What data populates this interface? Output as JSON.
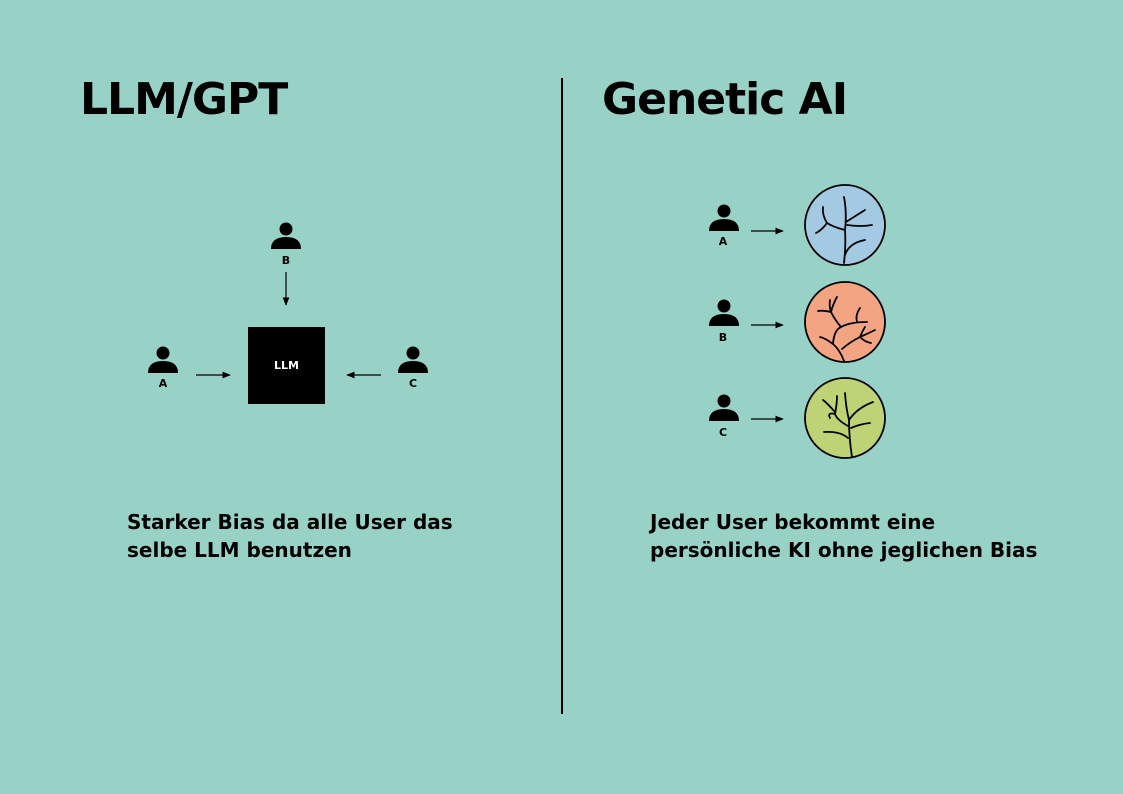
{
  "left": {
    "title": "LLM/GPT",
    "model_label": "LLM",
    "users": [
      "A",
      "B",
      "C"
    ],
    "caption_line1": "Starker Bias da alle User das",
    "caption_line2": "selbe LLM benutzen"
  },
  "right": {
    "title": "Genetic AI",
    "users": [
      "A",
      "B",
      "C"
    ],
    "caption_line1": "Jeder User bekommt eine",
    "caption_line2": "persönliche KI ohne jeglichen Bias"
  },
  "colors": {
    "background": "#98D2C6",
    "ai_a": "#A3C9E3",
    "ai_b": "#F3A583",
    "ai_c": "#BDD376"
  }
}
